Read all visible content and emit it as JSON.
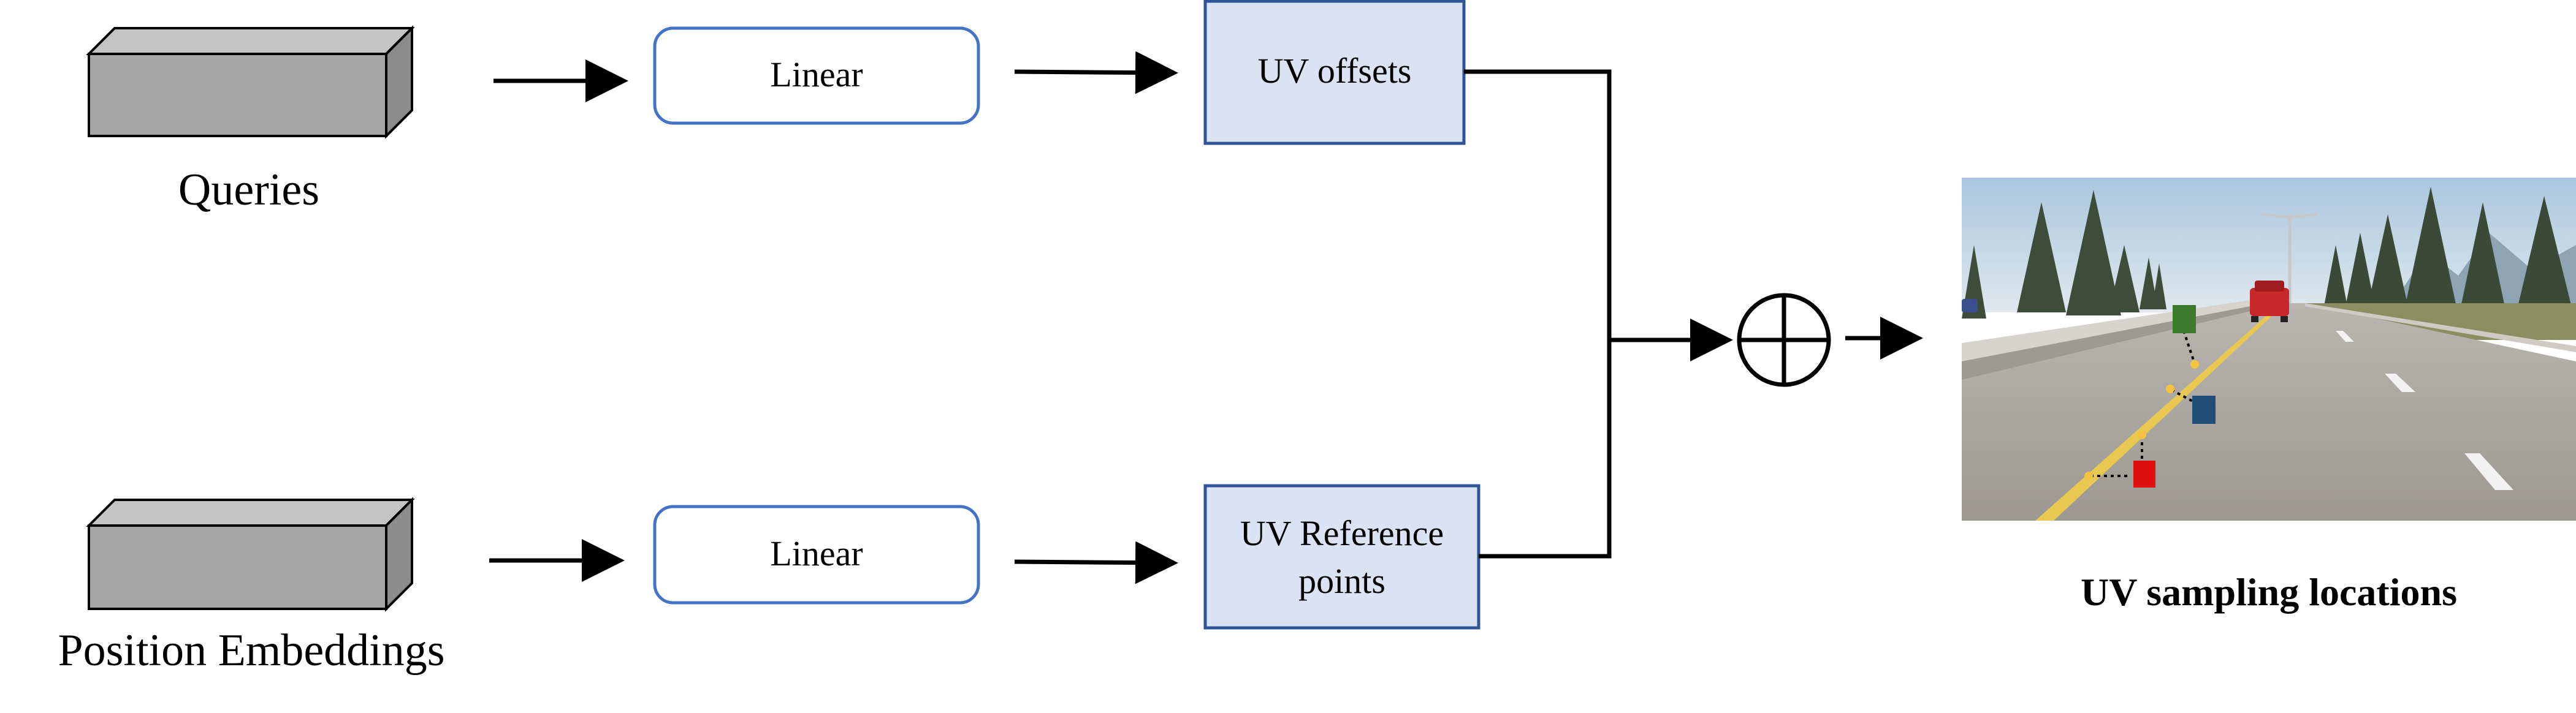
{
  "inputs": {
    "queries_label": "Queries",
    "position_label": "Position Embeddings"
  },
  "linear": {
    "top_label": "Linear",
    "bottom_label": "Linear"
  },
  "outputs": {
    "offsets_label": "UV offsets",
    "ref_line1": "UV Reference",
    "ref_line2": "points"
  },
  "result": {
    "caption": "UV sampling locations"
  },
  "colors": {
    "tensor_fill": "#a6a6a6",
    "linear_border": "#4472c4",
    "uv_box_fill": "#dae3f3",
    "uv_box_border": "#2f5597",
    "marker_green": "#3d7a2b",
    "marker_blue": "#1f4e79",
    "marker_red": "#e01010",
    "marker_yellow": "#f5c242"
  }
}
